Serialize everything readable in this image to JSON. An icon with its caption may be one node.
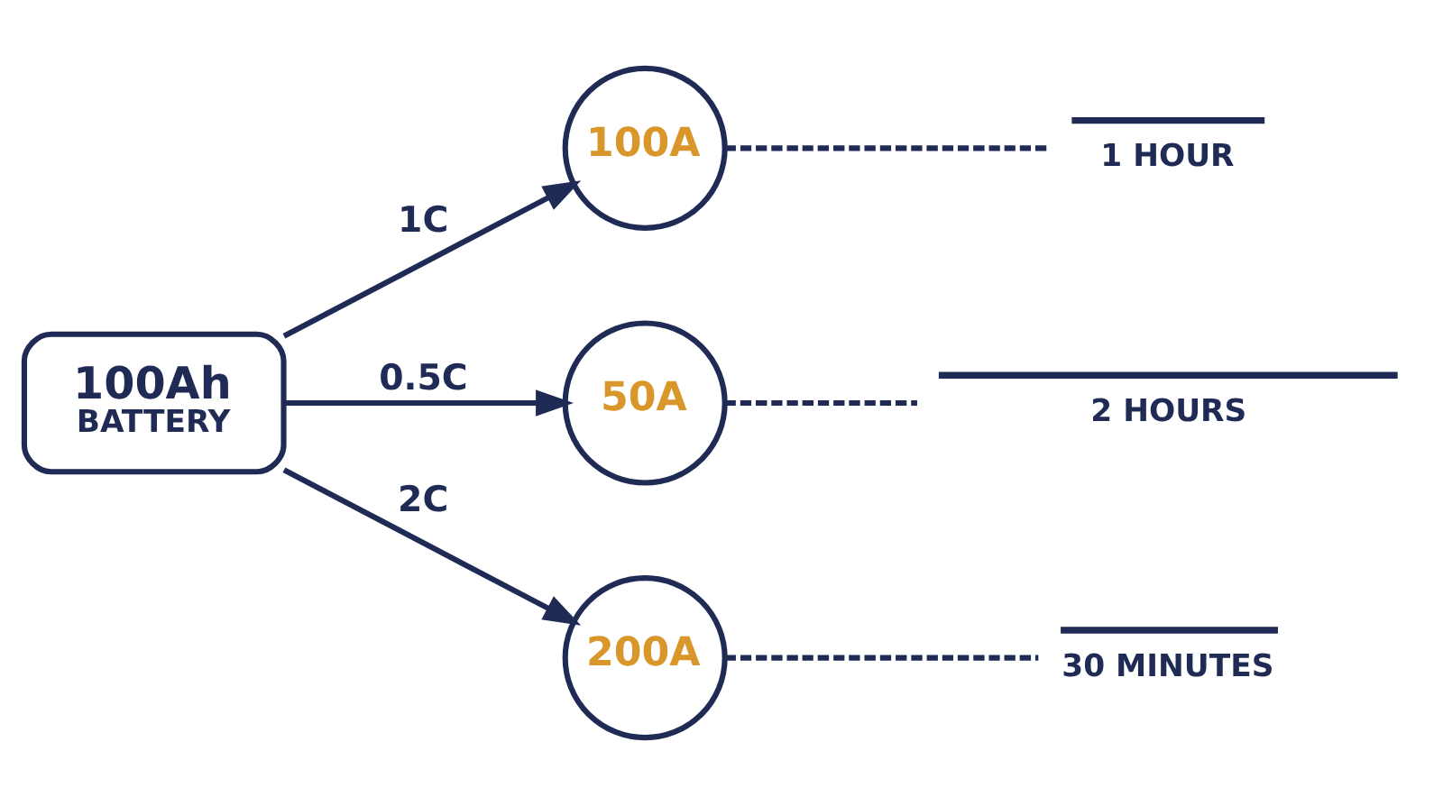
{
  "diagram": {
    "nodes": [
      {
        "text": [
          "100Ah",
          "BATTERY"
        ]
      },
      {
        "text": [
          "100A"
        ]
      },
      {
        "text": [
          "50A"
        ]
      },
      {
        "text": [
          "200A"
        ]
      },
      {
        "text": [
          "1 HOUR"
        ]
      },
      {
        "text": [
          "2 HOURS"
        ]
      },
      {
        "text": [
          "30 MINUTES"
        ]
      }
    ],
    "edges": [
      {
        "from": 0,
        "to": 1,
        "arrow": "to",
        "label": "1C"
      },
      {
        "from": 0,
        "to": 2,
        "arrow": "to",
        "label": "0.5C"
      },
      {
        "from": 0,
        "to": 3,
        "arrow": "to",
        "label": "2C"
      },
      {
        "from": 1,
        "to": 4,
        "arrow": "none",
        "style": "dashed"
      },
      {
        "from": 2,
        "to": 5,
        "arrow": "none",
        "style": "dashed"
      },
      {
        "from": 3,
        "to": 6,
        "arrow": "none",
        "style": "dashed"
      }
    ]
  }
}
